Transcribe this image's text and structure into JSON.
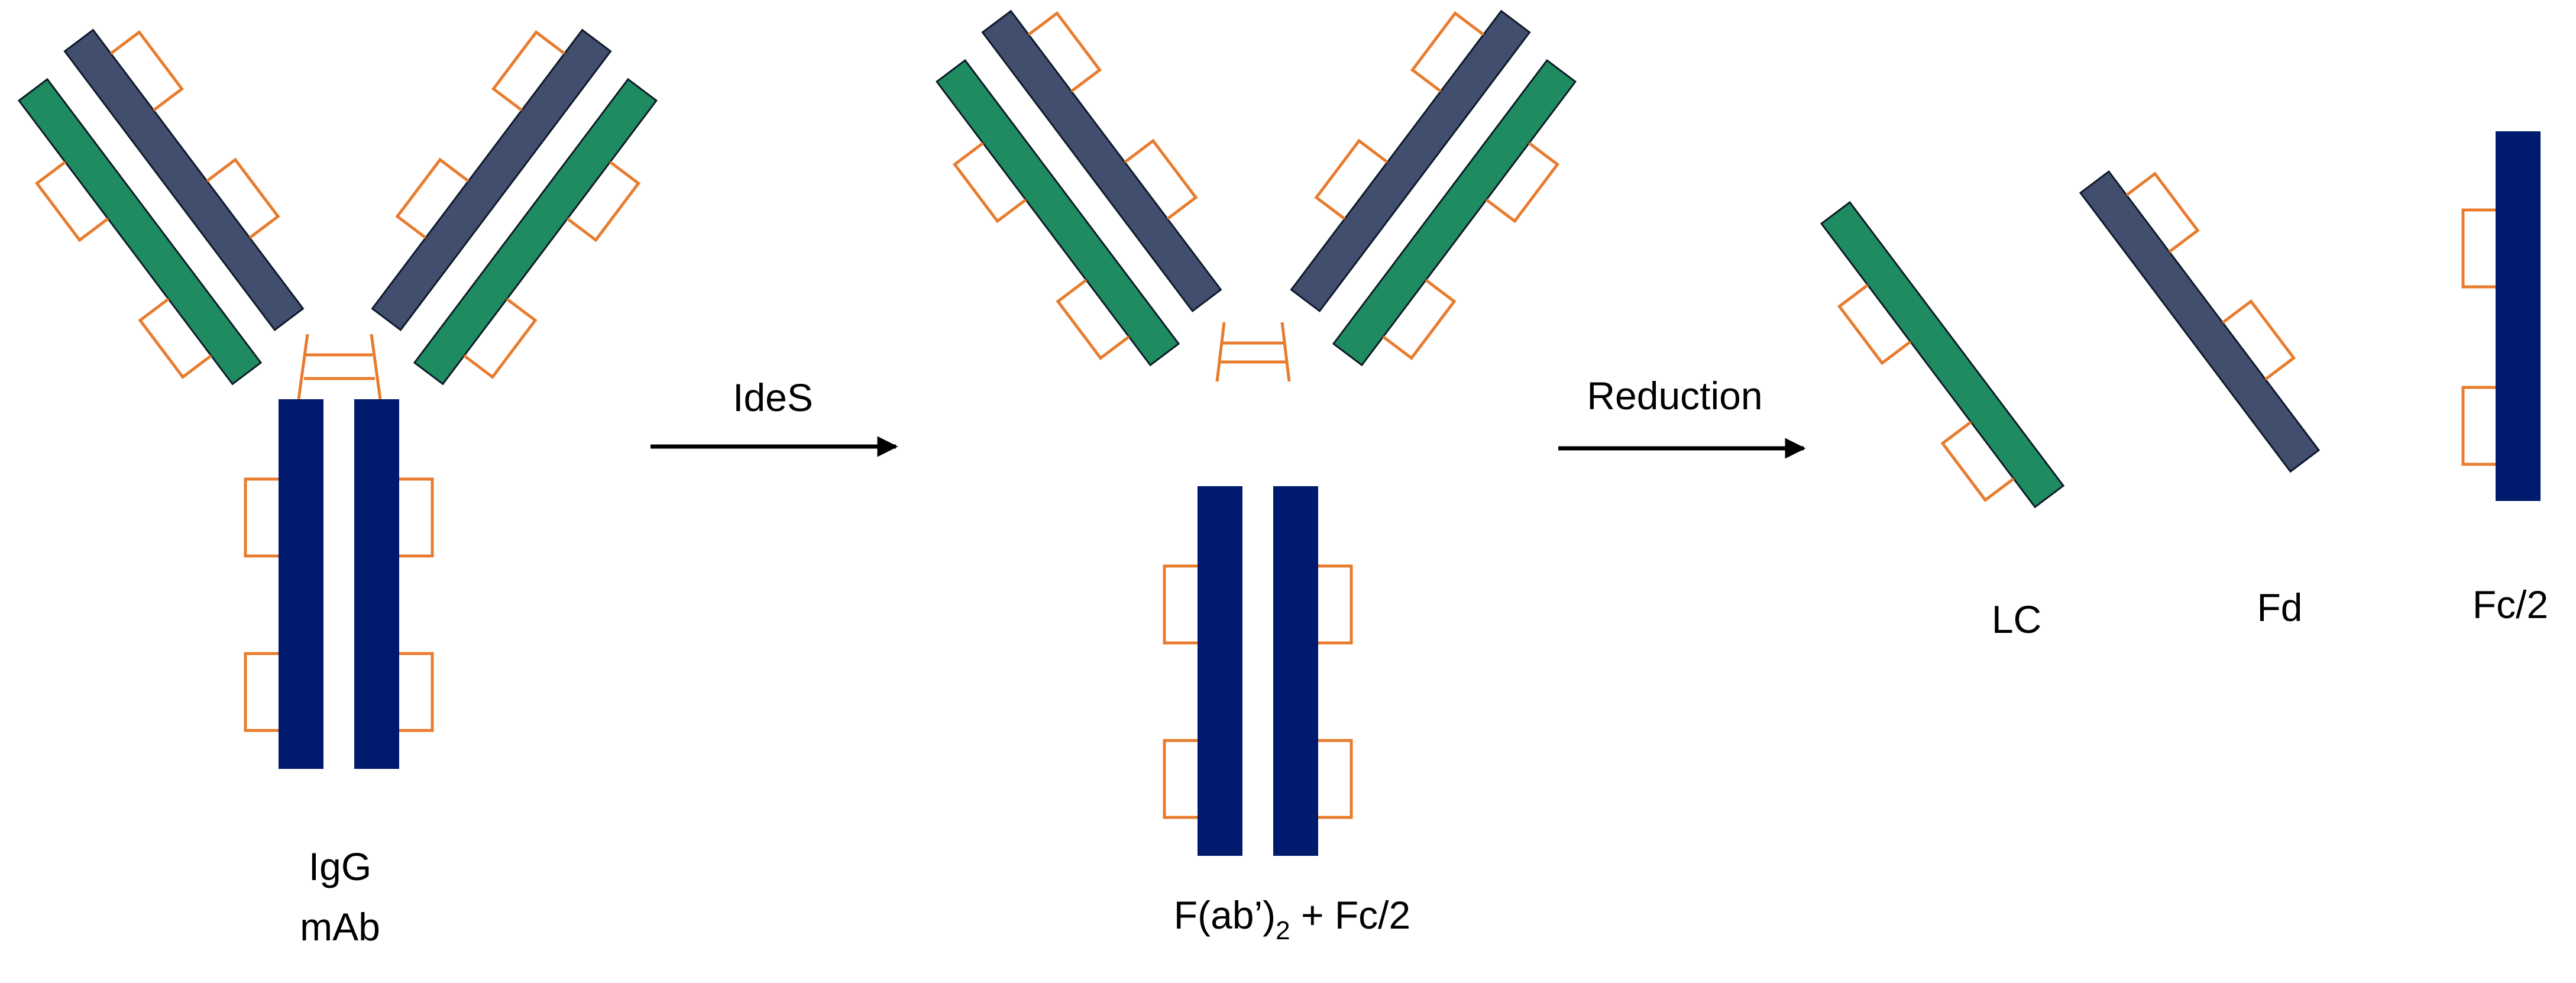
{
  "colors": {
    "light_chain": "#1E8C60",
    "heavy_chain_fab": "#424E6E",
    "heavy_chain_fc": "#001A6E",
    "disulfide": "#E87C2E",
    "outline": "#0E1A2A",
    "arrow": "#000000"
  },
  "labels": {
    "igg_line1": "IgG",
    "igg_line2": "mAb",
    "ides": "IdeS",
    "reduction": "Reduction",
    "fab2_prefix": "F(ab’)",
    "fab2_sub": "2",
    "fab2_suffix": " + Fc/2",
    "lc": "LC",
    "fd": "Fd",
    "fc2": "Fc/2"
  }
}
